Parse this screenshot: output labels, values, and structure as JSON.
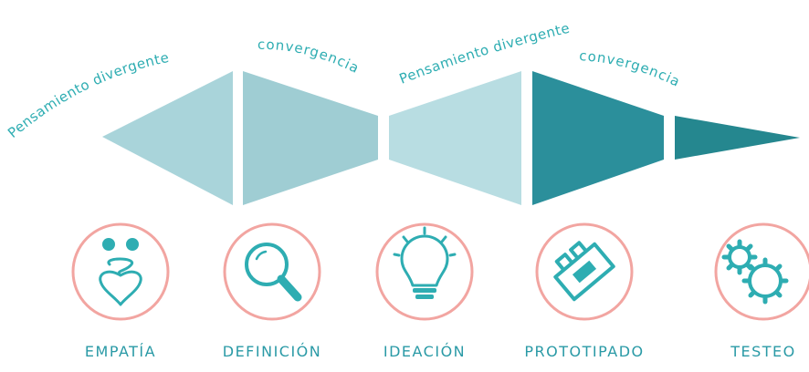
{
  "colors": {
    "light_teal": "#a9d4da",
    "mid_teal": "#9fcdd3",
    "pale_teal": "#b8dde2",
    "dark_teal": "#2b8f9b",
    "darker_teal": "#25878f",
    "icon_teal": "#2eadb2",
    "circle_coral": "#f2a5a1",
    "text_teal": "#2a9aa6"
  },
  "curved_labels": [
    "Pensamiento divergente",
    "convergencia",
    "Pensamiento divergente",
    "convergencia"
  ],
  "phases": [
    {
      "label": "EMPATÍA",
      "icon": "heart-eyes-icon"
    },
    {
      "label": "DEFINICIÓN",
      "icon": "magnifier-icon"
    },
    {
      "label": "IDEACIÓN",
      "icon": "lightbulb-icon"
    },
    {
      "label": "PROTOTIPADO",
      "icon": "prototype-icon"
    },
    {
      "label": "TESTEO",
      "icon": "gears-icon"
    }
  ]
}
